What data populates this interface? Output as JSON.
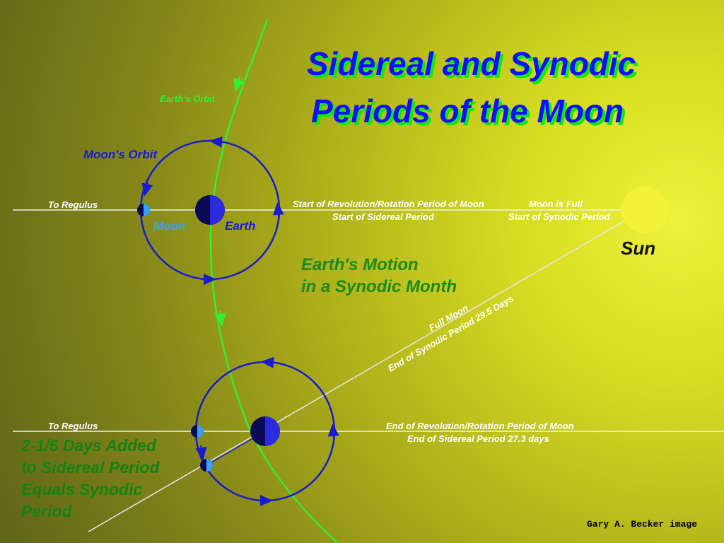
{
  "title": {
    "line1": "Sidereal and Synodic",
    "line2": "Periods of the Moon"
  },
  "labels": {
    "earths_orbit": "Earth's Orbit",
    "moons_orbit": "Moon's Orbit",
    "to_regulus_top": "To Regulus",
    "to_regulus_bottom": "To Regulus",
    "moon": "Moon",
    "earth": "Earth",
    "start_revolution": "Start of Revolution/Rotation Period of Moon",
    "start_sidereal": "Start of Sidereal Period",
    "moon_is_full": "Moon is Full",
    "start_synodic": "Start of Synodic Period",
    "sun": "Sun",
    "earths_motion_line1": "Earth's Motion",
    "earths_motion_line2": "in a Synodic Month",
    "full_moon": "Full Moon",
    "end_synodic": "End of Synodic Period 29.5 Days",
    "end_revolution": "End of Revolution/Rotation Period of Moon",
    "end_sidereal": "End of Sidereal Period 27.3 days",
    "days_added_line1": "2-1/6 Days Added",
    "days_added_line2": "to Sidereal Period",
    "days_added_line3": "Equals Synodic",
    "days_added_line4": "Period",
    "credit": "Gary A. Becker image"
  },
  "colors": {
    "earth_orbit": "#33ee33",
    "moon_orbit": "#1a1ad0",
    "sun": "#f2f23a",
    "earth_dark": "#0a0a55",
    "earth_light": "#2a2ae0",
    "moon_lit": "#3aa0ff",
    "sightline": "#f0f0f0"
  }
}
